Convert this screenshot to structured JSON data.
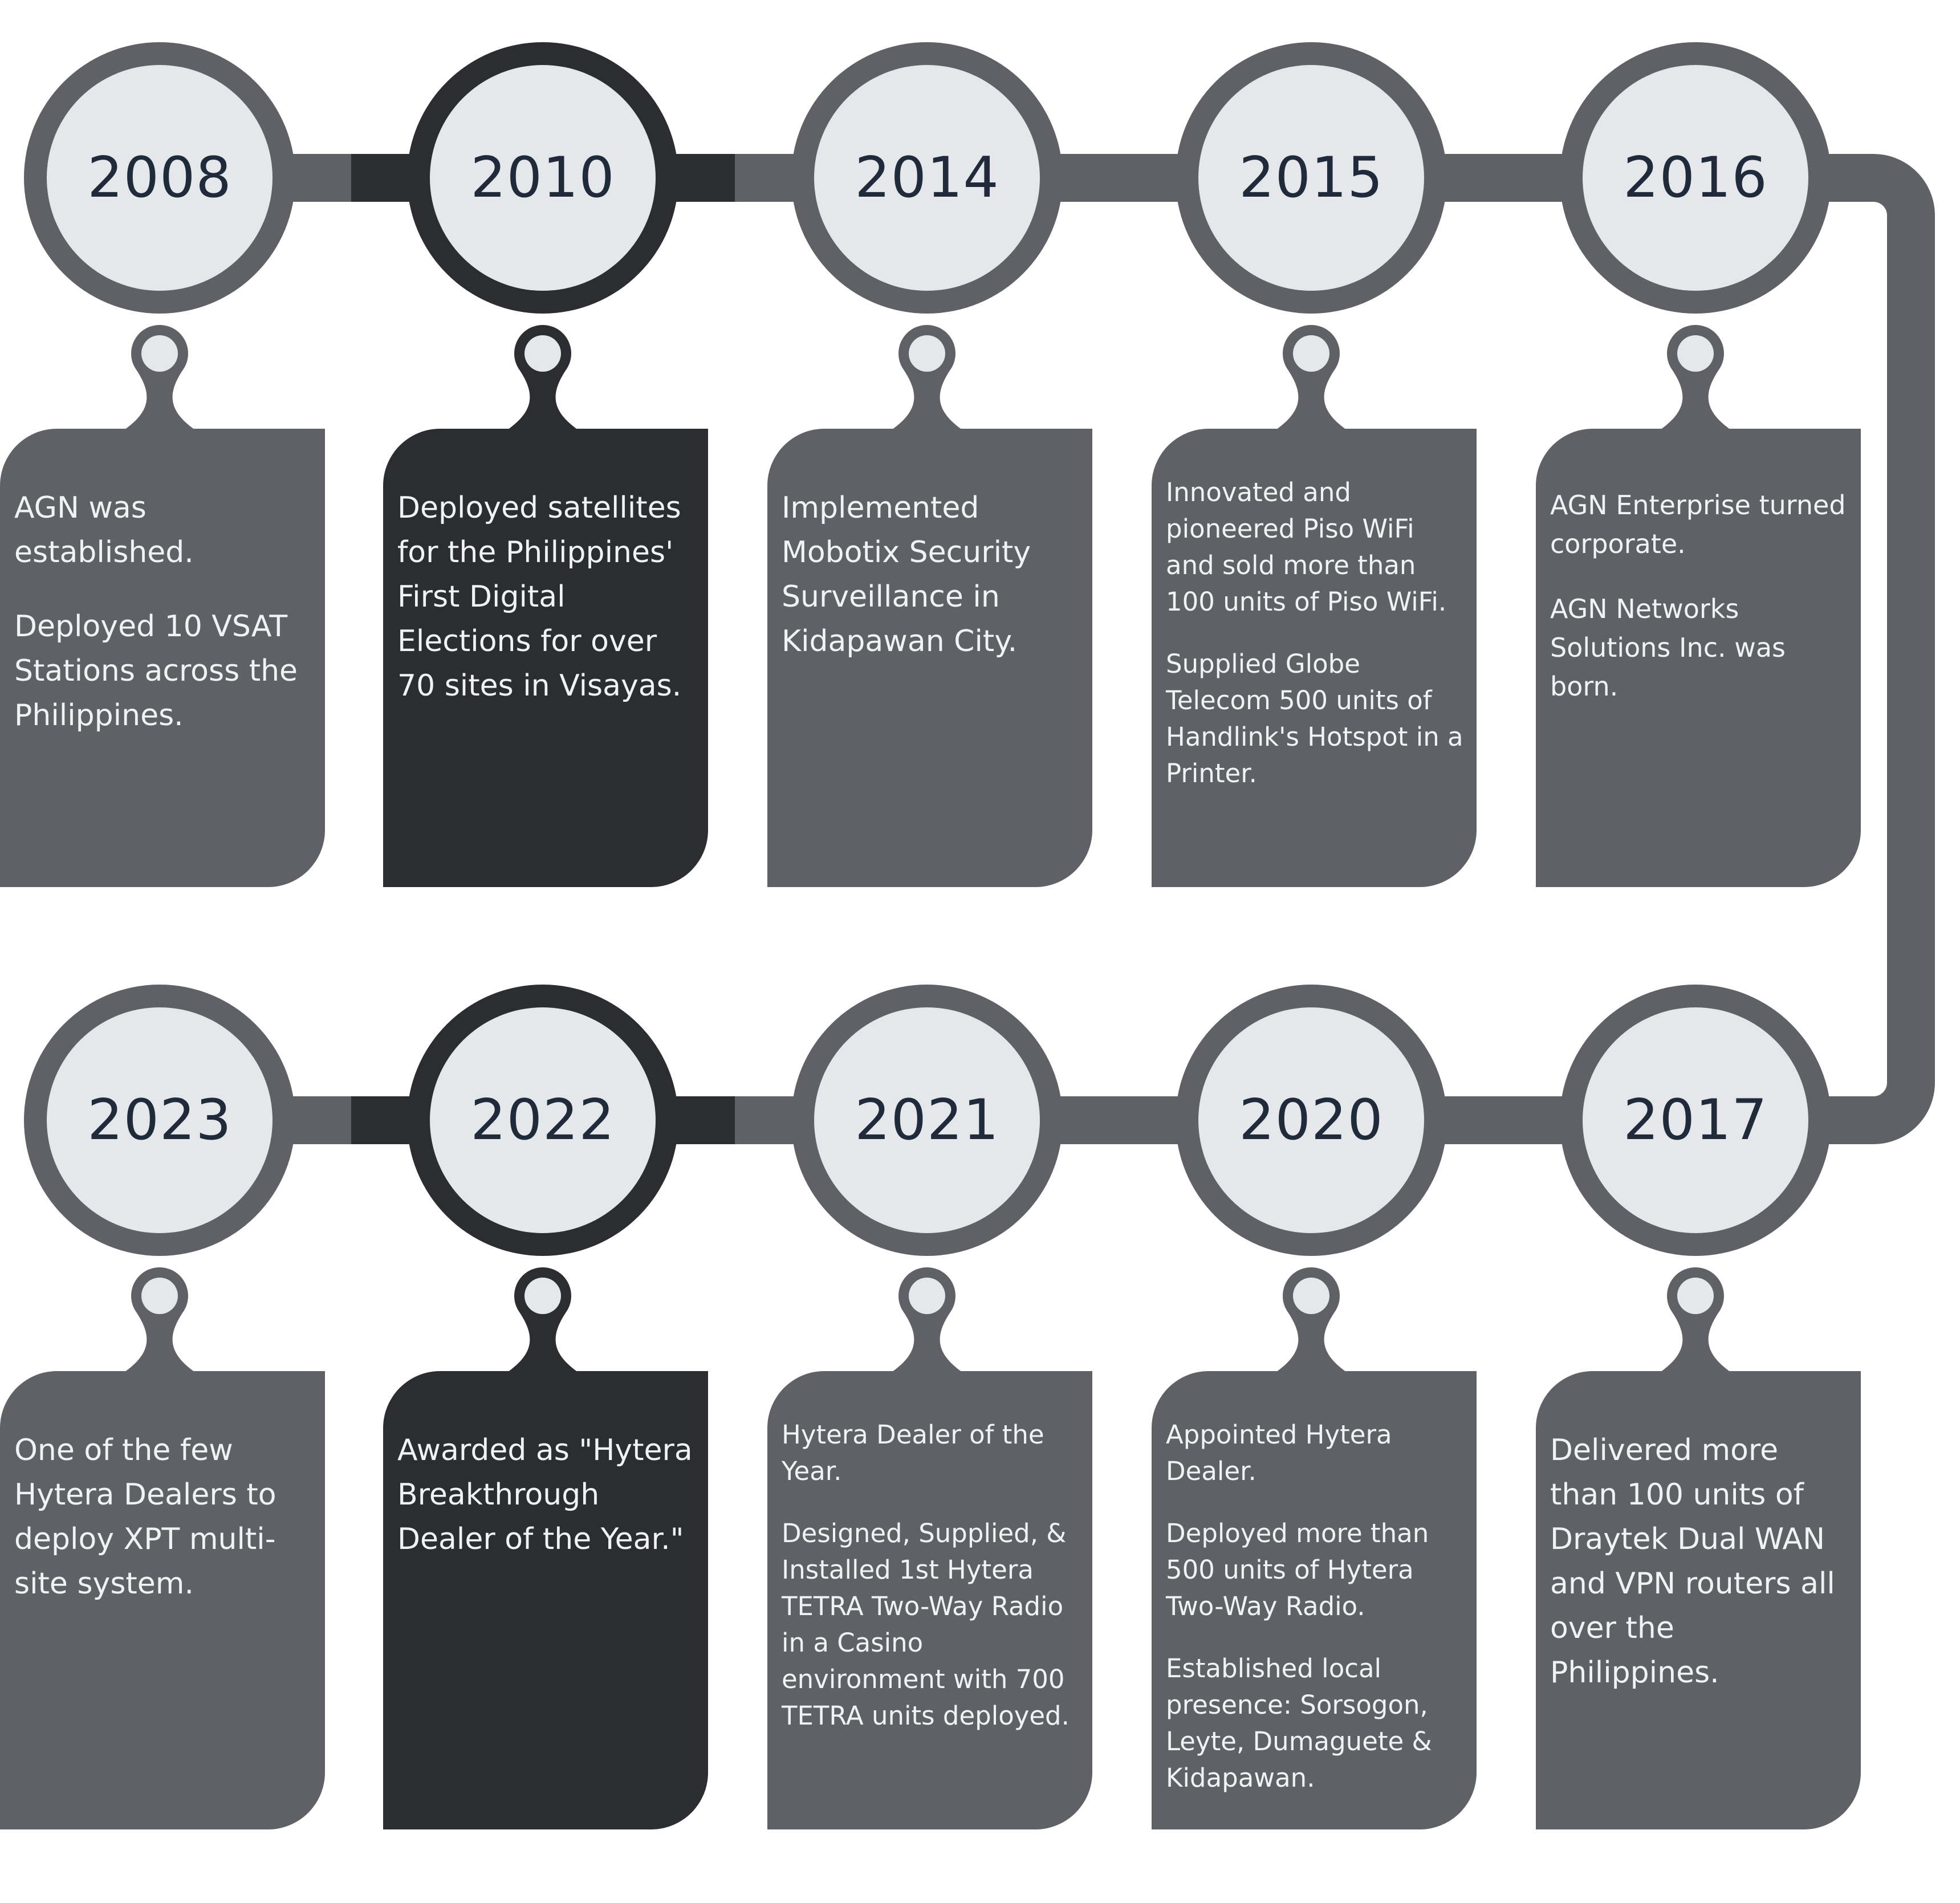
{
  "colors": {
    "grey": "#5f6167",
    "dark": "#2b2d31",
    "light": "#e6e7eb",
    "text_dark": "#1f2a3a",
    "text_light": "#f1f2f4"
  },
  "milestones": [
    {
      "year": "2008",
      "tone": "grey",
      "paragraphs": [
        "AGN was established.",
        "Deployed 10 VSAT Stations across the Philippines."
      ]
    },
    {
      "year": "2010",
      "tone": "dark",
      "paragraphs": [
        "Deployed satellites for the Philippines' First Digital Elections for over 70 sites in Visayas."
      ]
    },
    {
      "year": "2014",
      "tone": "grey",
      "paragraphs": [
        "Implemented Mobotix Security Surveillance in Kidapawan City."
      ]
    },
    {
      "year": "2015",
      "tone": "grey",
      "paragraphs": [
        "Innovated and pioneered Piso WiFi and sold more than 100 units of Piso WiFi.",
        "Supplied Globe Telecom 500 units of Handlink's Hotspot in a Printer."
      ]
    },
    {
      "year": "2016",
      "tone": "grey",
      "paragraphs": [
        "AGN Enterprise turned corporate.",
        "AGN Networks Solutions Inc. was born."
      ]
    },
    {
      "year": "2023",
      "tone": "grey",
      "paragraphs": [
        "One of the few Hytera Dealers to deploy XPT multi-site system."
      ]
    },
    {
      "year": "2022",
      "tone": "dark",
      "paragraphs": [
        "Awarded as \"Hytera Breakthrough Dealer of the Year.\""
      ]
    },
    {
      "year": "2021",
      "tone": "grey",
      "paragraphs": [
        "Hytera Dealer of the Year.",
        "Designed, Supplied, & Installed 1st Hytera TETRA Two-Way Radio in a Casino environment with 700 TETRA units deployed."
      ]
    },
    {
      "year": "2020",
      "tone": "grey",
      "paragraphs": [
        "Appointed Hytera Dealer.",
        "Deployed more than 500 units of Hytera Two-Way Radio.",
        "Established local presence: Sorsogon, Leyte, Dumaguete & Kidapawan."
      ]
    },
    {
      "year": "2017",
      "tone": "grey",
      "paragraphs": [
        "Delivered more than 100 units of Draytek Dual WAN and VPN routers all over the Philippines."
      ]
    }
  ]
}
